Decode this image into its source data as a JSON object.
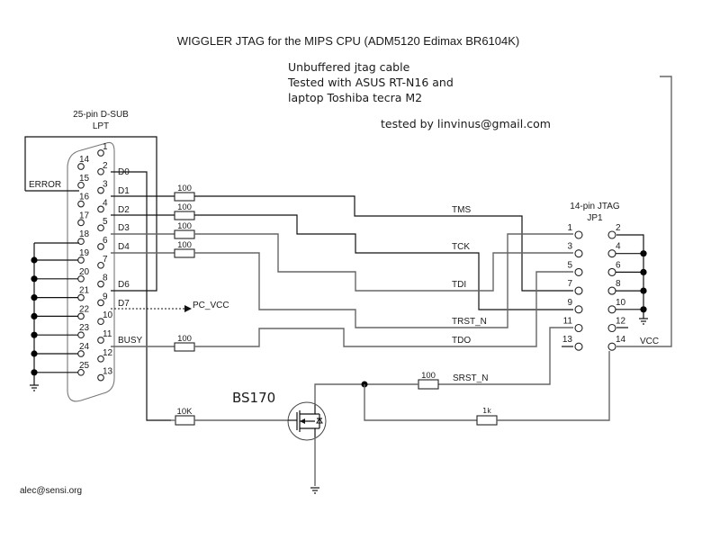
{
  "title": "WIGGLER JTAG for the MIPS CPU (ADM5120 Edimax BR6104K)",
  "notes": {
    "line1": "Unbuffered jtag cable",
    "line2": "Tested with ASUS RT-N16 and",
    "line3": "laptop Toshiba tecra M2",
    "tested_by": "tested by linvinus@gmail.com"
  },
  "author": "alec@sensi.org",
  "lpt": {
    "label1": "25-pin D-SUB",
    "label2": "LPT",
    "top_row": [
      "1",
      "2",
      "3",
      "4",
      "5",
      "6",
      "7",
      "8",
      "9",
      "10",
      "11",
      "12",
      "13"
    ],
    "bottom_row": [
      "14",
      "15",
      "16",
      "17",
      "18",
      "19",
      "20",
      "21",
      "22",
      "23",
      "24",
      "25"
    ],
    "signals": {
      "error": "ERROR",
      "d0": "D0",
      "d1": "D1",
      "d2": "D2",
      "d3": "D3",
      "d4": "D4",
      "d6": "D6",
      "d7": "D7",
      "busy": "BUSY"
    },
    "pc_vcc": "PC_VCC"
  },
  "resistors": {
    "r_d1": "100",
    "r_d2": "100",
    "r_d3": "100",
    "r_d4": "100",
    "r_busy": "100",
    "r_gate": "10K",
    "r_srst": "100",
    "r_pull": "1k"
  },
  "nets": {
    "tms": "TMS",
    "tck": "TCK",
    "tdi": "TDI",
    "trst": "TRST_N",
    "tdo": "TDO",
    "srst": "SRST_N",
    "vcc": "VCC"
  },
  "jtag": {
    "label1": "14-pin JTAG",
    "label2": "JP1",
    "odd": [
      "1",
      "3",
      "5",
      "7",
      "9",
      "11",
      "13"
    ],
    "even": [
      "2",
      "4",
      "6",
      "8",
      "10",
      "12",
      "14"
    ]
  },
  "transistor": {
    "label": "BS170"
  }
}
